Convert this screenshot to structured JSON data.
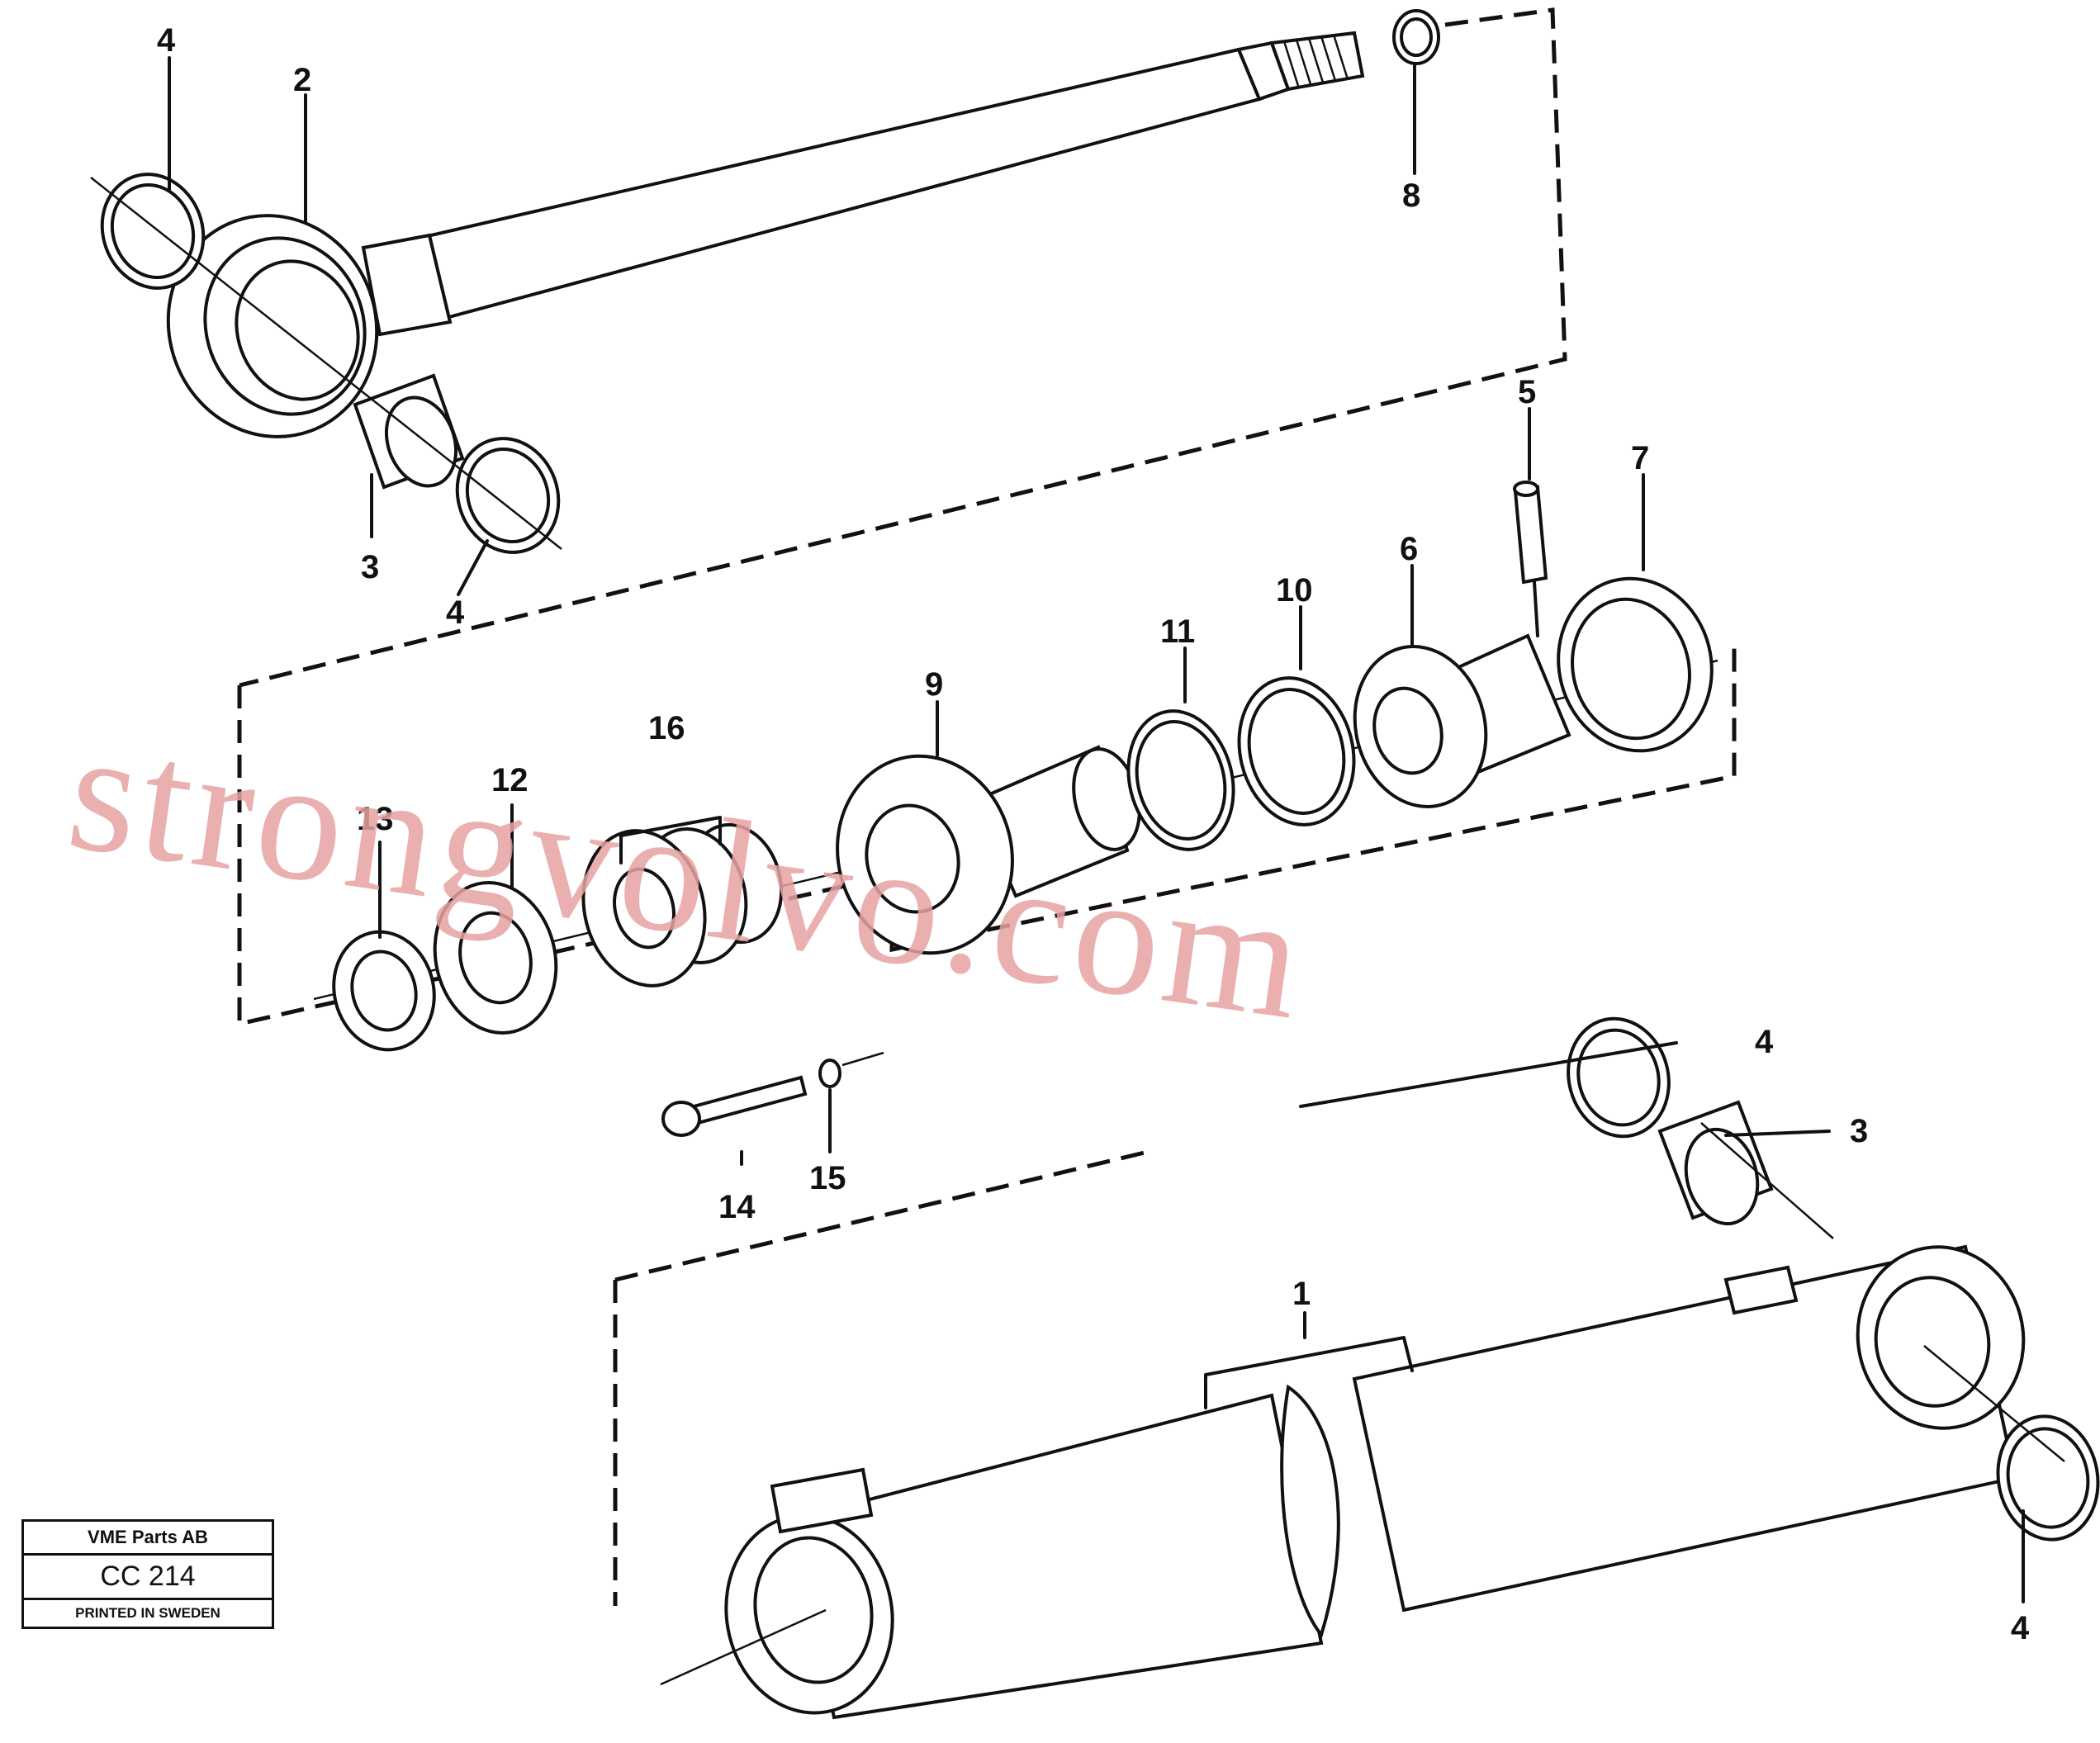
{
  "diagram": {
    "callouts": {
      "c4_top_left": "4",
      "c2": "2",
      "c8": "8",
      "c3_top": "3",
      "c4_mid": "4",
      "c5": "5",
      "c7": "7",
      "c6": "6",
      "c10": "10",
      "c11": "11",
      "c9": "9",
      "c16": "16",
      "c12": "12",
      "c13": "13",
      "c14": "14",
      "c15": "15",
      "c4_right": "4",
      "c3_right": "3",
      "c1": "1",
      "c4_bottom": "4"
    },
    "watermark": "strongvolvo.com"
  },
  "title_block": {
    "company": "VME Parts AB",
    "code": "CC 214",
    "printed": "PRINTED IN SWEDEN"
  }
}
